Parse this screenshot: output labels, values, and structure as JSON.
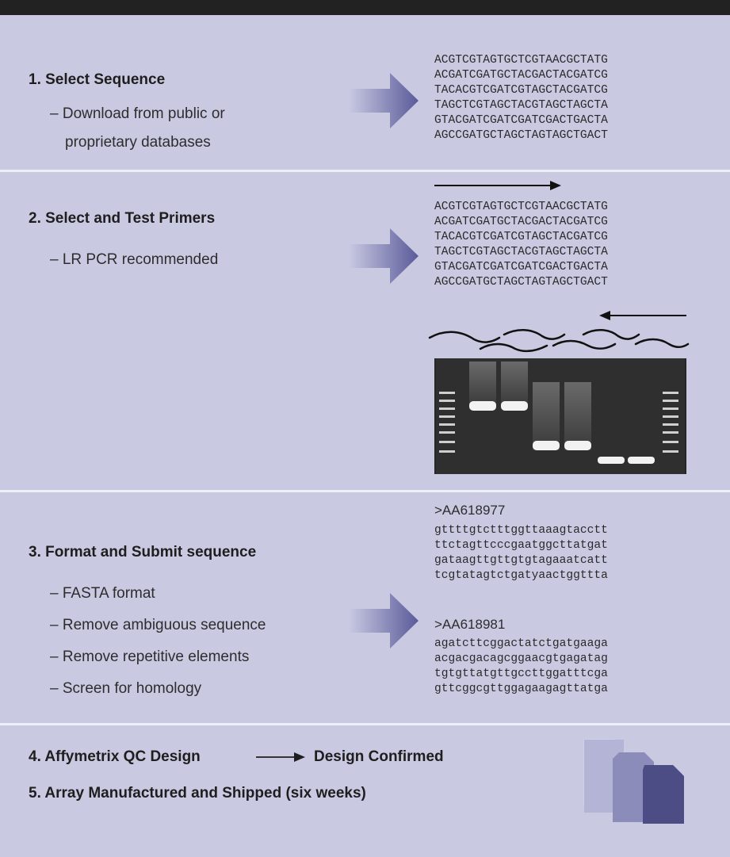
{
  "steps": [
    {
      "title": "1. Select Sequence",
      "bullets": [
        "– Download from public or",
        "proprietary databases"
      ],
      "sequence": [
        "ACGTCGTAGTGCTCGTAACGCTATG",
        "ACGATCGATGCTACGACTACGATCG",
        "TACACGTCGATCGTAGCTACGATCG",
        "TAGCTCGTAGCTACGTAGCTAGCTA",
        "GTACGATCGATCGATCGACTGACTA",
        "AGCCGATGCTAGCTAGTAGCTGACT"
      ]
    },
    {
      "title": "2. Select and Test Primers",
      "bullets": [
        "– LR PCR recommended"
      ],
      "sequence": [
        "ACGTCGTAGTGCTCGTAACGCTATG",
        "ACGATCGATGCTACGACTACGATCG",
        "TACACGTCGATCGTAGCTACGATCG",
        "TAGCTCGTAGCTACGTAGCTAGCTA",
        "GTACGATCGATCGATCGACTGACTA",
        "AGCCGATGCTAGCTAGTAGCTGACT"
      ]
    },
    {
      "title": "3. Format and Submit sequence",
      "bullets": [
        "– FASTA format",
        "– Remove ambiguous sequence",
        "– Remove repetitive elements",
        "– Screen for homology"
      ],
      "fasta": [
        {
          "accession": ">AA618977",
          "lines": [
            "gttttgtctttggttaaagtacctt",
            "ttctagttcccgaatggcttatgat",
            "gataagttgttgtgtagaaatcatt",
            "tcgtatagtctgatyaactggttta"
          ]
        },
        {
          "accession": ">AA618981",
          "lines": [
            "agatcttcggactatctgatgaaga",
            "acgacgacagcggaacgtgagatag",
            "tgtgttatgttgccttggatttcga",
            "gttcggcgttggagaagagttatga"
          ]
        }
      ]
    }
  ],
  "step4": {
    "left": "4. Affymetrix QC Design",
    "right": "Design Confirmed"
  },
  "step5": "5. Array Manufactured and Shipped (six weeks)",
  "colors": {
    "background": "#c9c9e2",
    "topbar": "#222222",
    "divider": "#eef0f7",
    "chip_light": "#b4b4d6",
    "chip_mid": "#8c8cbb",
    "chip_dark": "#4d4d86"
  },
  "icons": [
    "flow-arrow-icon",
    "primer-arrow-icon",
    "qc-arrow-icon",
    "array-chip-icon"
  ]
}
